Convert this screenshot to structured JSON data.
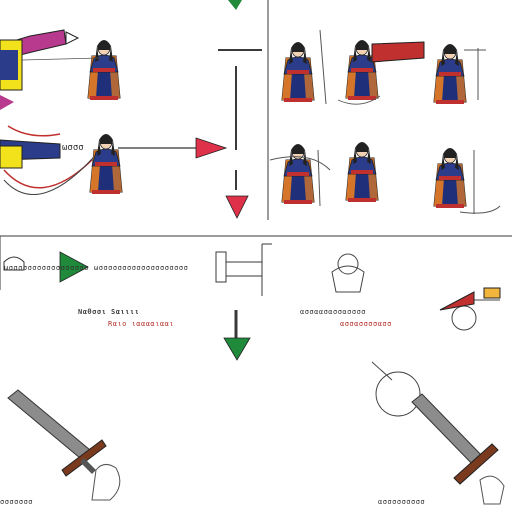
{
  "colors": {
    "background": "#ffffff",
    "line": "#3a3a3a",
    "robe_blue": "#1f2f7a",
    "robe_orange": "#d5752a",
    "sash_red": "#c0302e",
    "hat_black": "#222222",
    "arrow_red": "#e0314a",
    "arrow_green": "#1f8a3a",
    "bar_magenta": "#b83a8e",
    "bar_yellow": "#f2e21c",
    "sword_blade": "#8c8c8c",
    "sword_guard": "#7a3a1e"
  },
  "labels": {
    "left_row": "ωσσσσσσσσσσσσσσσσσ",
    "center_row": "ωσσσσσσσσσσσσσσσσσσσ",
    "caption_top": "Nαθσσι Sαιιιι",
    "caption_bottom": "Rαιο ιααααιααι",
    "right_row_top": "ασσαασασσασσσσ",
    "right_row_bottom": "ασσασσσσασσ",
    "bottom_left": "σσσσσσσ",
    "bottom_right": "ασσσσσσσσσ"
  }
}
